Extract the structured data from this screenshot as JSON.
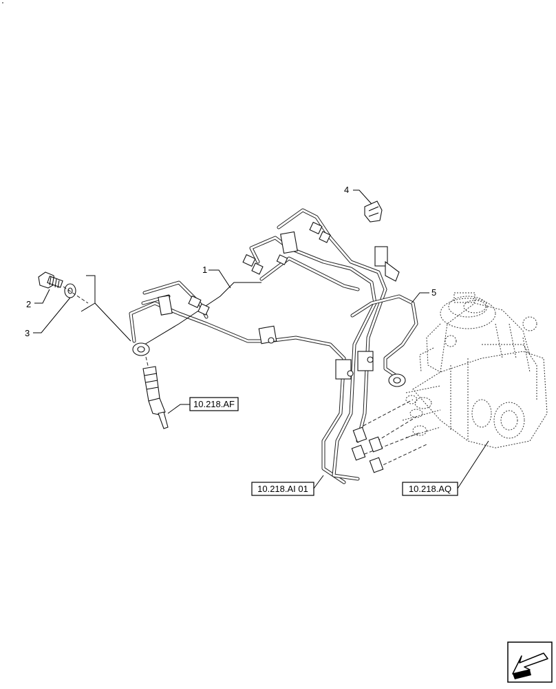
{
  "callouts": [
    {
      "id": "1",
      "label": "1"
    },
    {
      "id": "2",
      "label": "2"
    },
    {
      "id": "3",
      "label": "3"
    },
    {
      "id": "4",
      "label": "4"
    },
    {
      "id": "5",
      "label": "5"
    }
  ],
  "references": {
    "injector": "10.218.AF",
    "lines": "10.218.AI 01",
    "pump": "10.218.AQ"
  },
  "nav_icon": "arrow-left-icon",
  "colors": {
    "line": "#000000",
    "background": "#ffffff"
  }
}
